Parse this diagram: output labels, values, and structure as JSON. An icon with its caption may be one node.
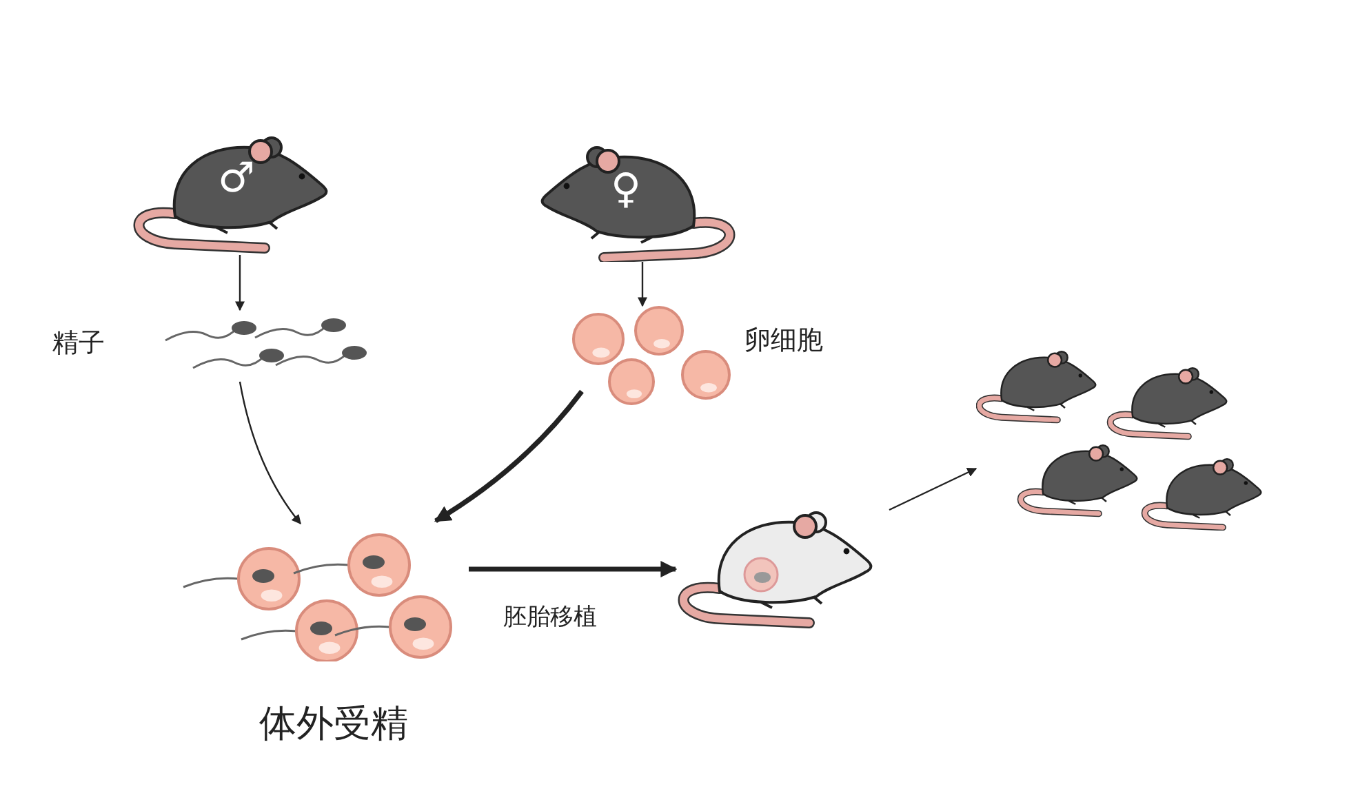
{
  "diagram": {
    "nodes": [
      {
        "text": [
          "♂"
        ]
      },
      {
        "text": [
          "♀"
        ]
      },
      {
        "text": [],
        "shape": "picture",
        "beside": [
          "精子"
        ]
      },
      {
        "text": [],
        "shape": "picture",
        "beside": [
          "卵细胞"
        ]
      },
      {
        "text": [],
        "shape": "picture",
        "beside": [
          "体外受精"
        ]
      },
      {
        "text": [],
        "shape": "picture"
      },
      {
        "text": [],
        "shape": "picture"
      }
    ],
    "edges": [
      {
        "from": 0,
        "to": 2,
        "arrow": "to"
      },
      {
        "from": 1,
        "to": 3,
        "arrow": "to"
      },
      {
        "from": 2,
        "to": 4,
        "arrow": "to"
      },
      {
        "from": 3,
        "to": 4,
        "arrow": "to",
        "style": "thick"
      },
      {
        "from": 4,
        "to": 5,
        "arrow": "to",
        "style": "thick",
        "label": "胚胎移植"
      },
      {
        "from": 5,
        "to": 6,
        "arrow": "to"
      }
    ]
  }
}
